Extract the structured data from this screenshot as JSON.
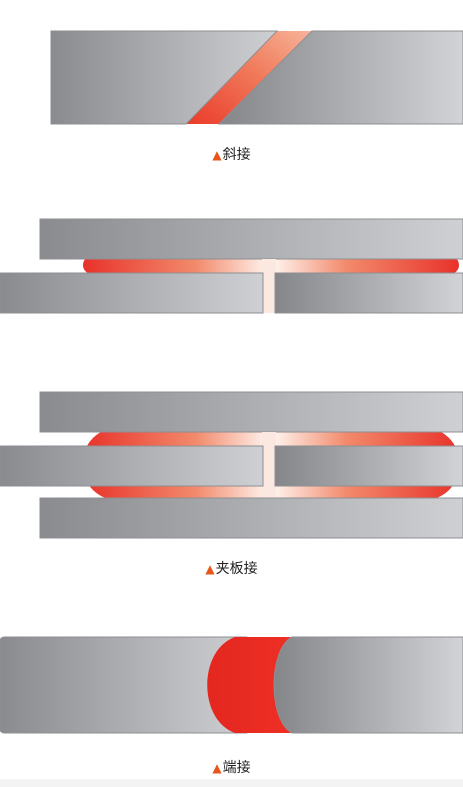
{
  "colors": {
    "plate_light": "#cfd0d3",
    "plate_dark": "#85868a",
    "plate_edge": "#8e8f93",
    "heat_red": "#e8322a",
    "heat_orange": "#f08060",
    "heat_white": "#fff5ef",
    "caption_marker": "#e8551b"
  },
  "captions": {
    "scarf_joint": {
      "marker": "▲",
      "label": "斜接"
    },
    "splice_joint": {
      "marker": "▲",
      "label": "夹板接"
    },
    "butt_joint": {
      "marker": "▲",
      "label": "端接"
    }
  }
}
